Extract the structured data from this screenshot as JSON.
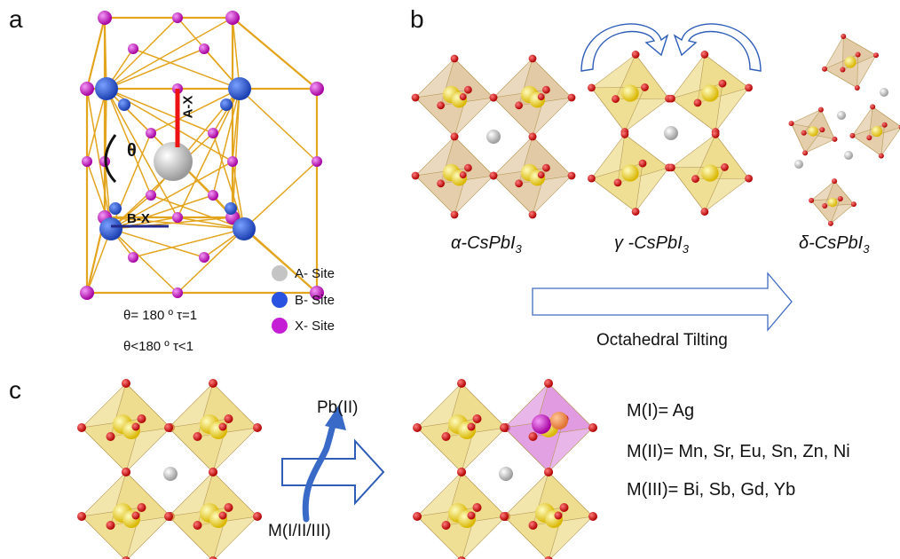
{
  "panels": {
    "a": "a",
    "b": "b",
    "c": "c"
  },
  "panel_a": {
    "bond_labels": {
      "ax": "A-X",
      "bx": "B-X",
      "theta": "θ"
    },
    "legend": [
      {
        "label": "A- Site",
        "color": "#c4c4c4"
      },
      {
        "label": "B- Site",
        "color": "#2a52e0"
      },
      {
        "label": "X- Site",
        "color": "#c51fd6"
      }
    ],
    "formula_line1": "θ= 180 º   τ=1",
    "formula_line2": "θ<180 º   τ<1"
  },
  "panel_b": {
    "alpha": {
      "prefix": "α-CsPbI",
      "sub": "3"
    },
    "gamma": {
      "prefix": "γ -CsPbI",
      "sub": "3"
    },
    "delta": {
      "prefix": "δ-CsPbI",
      "sub": "3"
    },
    "arrow_label": "Octahedral Tilting"
  },
  "panel_c": {
    "pb_label": "Pb(II)",
    "m_label": "M(I/II/III)",
    "dopants": [
      "M(I)= Ag",
      "M(II)= Mn, Sr, Eu, Sn, Zn, Ni",
      "M(III)= Bi, Sb, Gd, Yb"
    ]
  },
  "colors": {
    "frame": "#e3a41e",
    "x_site": "#c51fd6",
    "b_site": "#2a52e0",
    "a_site": "#cfcfcf",
    "octa_alpha": "#d9b98a",
    "octa_yellow": "#e8d26a",
    "red_atom": "#e01010",
    "yellow_atom": "#f3df18",
    "arrow_blue": "#2e5db8",
    "dopant_pink": "#d77ad8"
  }
}
